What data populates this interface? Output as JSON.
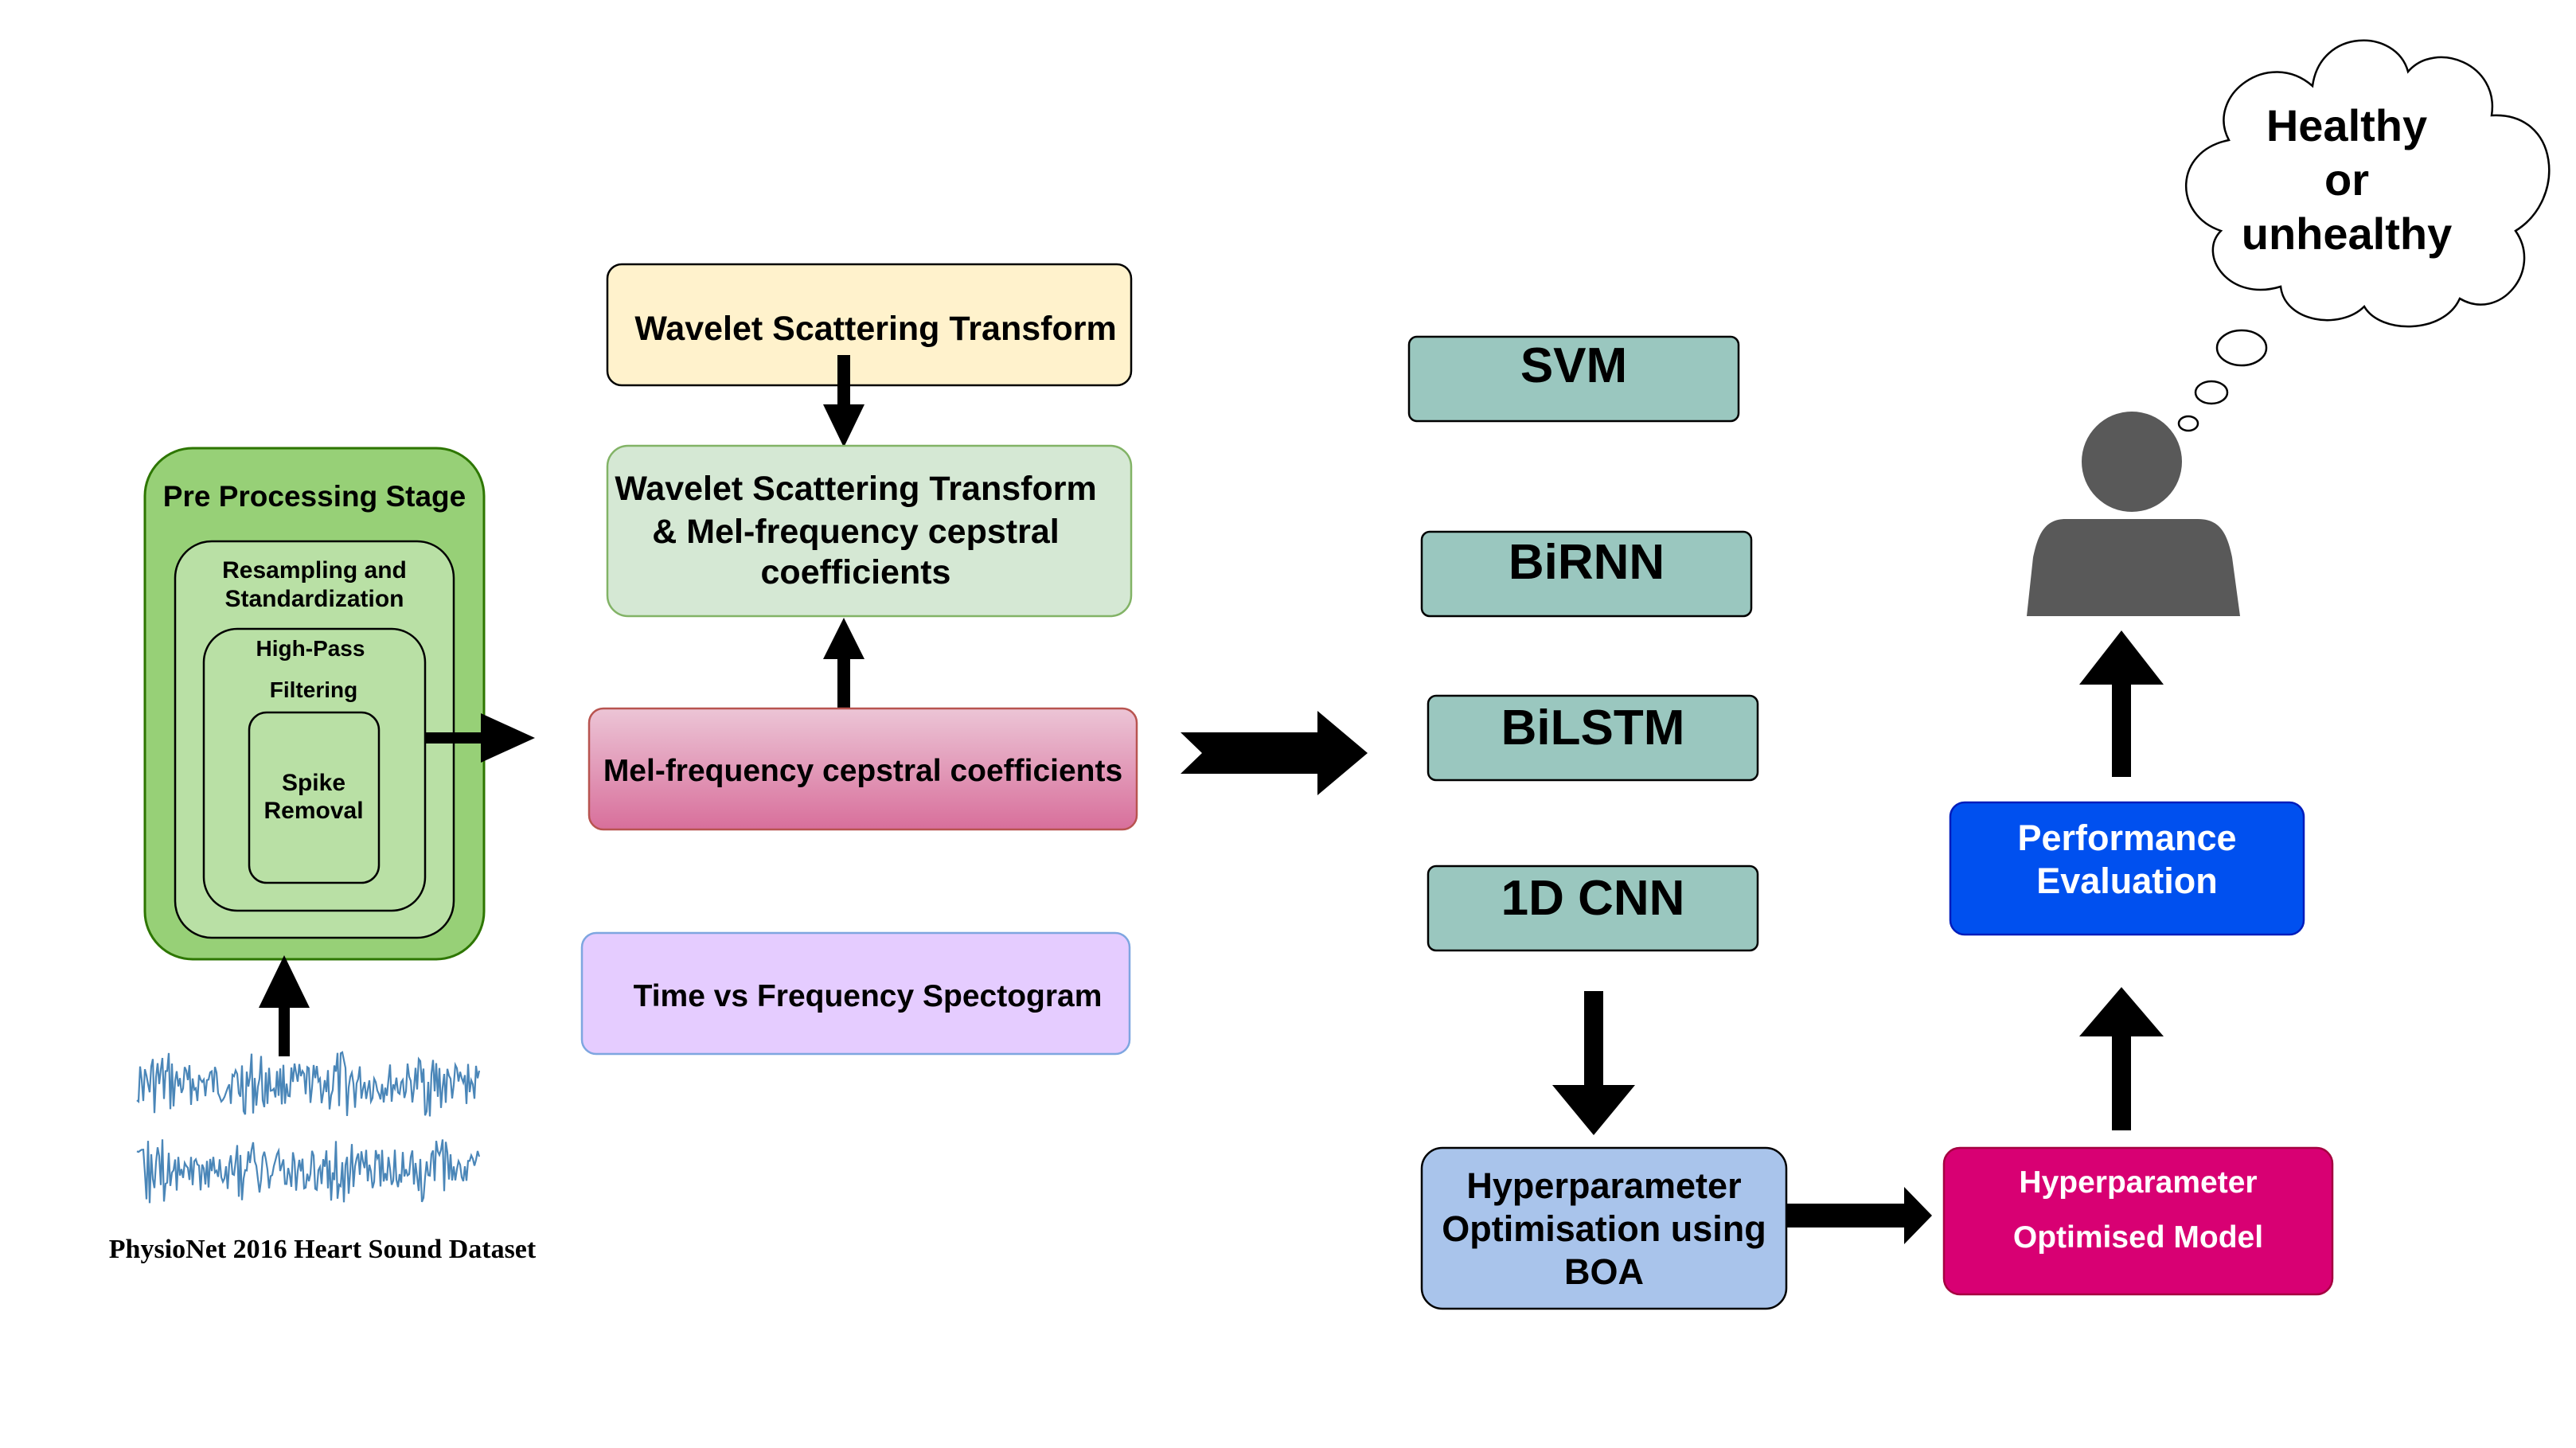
{
  "preprocessing": {
    "title": "Pre Processing Stage",
    "resampling_line1": "Resampling and",
    "resampling_line2": "Standardization",
    "highpass_line1": "High-Pass",
    "highpass_line2": "Filtering",
    "spike_line1": "Spike",
    "spike_line2": "Removal"
  },
  "dataset": {
    "caption": "PhysioNet 2016 Heart Sound Dataset"
  },
  "features": {
    "wst": "Wavelet Scattering Transform",
    "combined_line1": "Wavelet Scattering Transform",
    "combined_line2": "& Mel-frequency cepstral",
    "combined_line3": "coefficients",
    "mfcc": "Mel-frequency cepstral coefficients",
    "spectrogram": "Time vs Frequency Spectogram"
  },
  "models": {
    "svm": "SVM",
    "birnn": "BiRNN",
    "bilstm": "BiLSTM",
    "cnn": "1D CNN"
  },
  "optimisation": {
    "line1": "Hyperparameter",
    "line2": "Optimisation using",
    "line3": "BOA"
  },
  "optimised_model": {
    "line1": "Hyperparameter",
    "line2": "Optimised Model"
  },
  "evaluation": {
    "line1": "Performance",
    "line2": "Evaluation"
  },
  "outcome": {
    "line1": "Healthy",
    "line2": "or",
    "line3": "unhealthy"
  },
  "colors": {
    "preprocessing_outer": "#97d077",
    "preprocessing_inner": "#b9e0a5",
    "wst_box": "#fff2cc",
    "combined_box": "#d5e8d4",
    "mfcc_box": "#e07fa8",
    "spectrogram_box": "#e5ccff",
    "model_box": "#9ac7bf",
    "boa_box": "#a9c4eb",
    "optimised_box": "#d80073",
    "evaluation_box": "#0050ef",
    "person": "#595959",
    "signal": "#4a86b8"
  }
}
